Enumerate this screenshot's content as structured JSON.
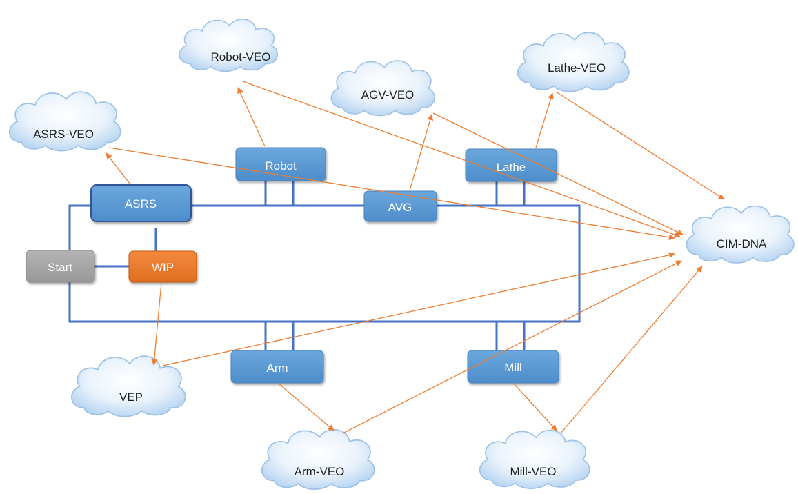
{
  "clouds": {
    "robot_veo": "Robot-VEO",
    "agv_veo": "AGV-VEO",
    "lathe_veo": "Lathe-VEO",
    "asrs_veo": "ASRS-VEO",
    "cim_dna": "CIM-DNA",
    "vep": "VEP",
    "arm_veo": "Arm-VEO",
    "mill_veo": "Mill-VEO"
  },
  "stations": {
    "robot": "Robot",
    "lathe": "Lathe",
    "asrs": "ASRS",
    "avg": "AVG",
    "start": "Start",
    "wip": "WIP",
    "arm": "Arm",
    "mill": "Mill"
  },
  "colors": {
    "station_blue": "#5b9bd5",
    "station_border": "#41719c",
    "bus_line": "#4472c4",
    "start_gray": "#a5a5a5",
    "wip_orange": "#ed7d31",
    "arrow_orange": "#ed7d31",
    "cloud_light": "#eaf3fc",
    "cloud_dark": "#a9c9ec"
  }
}
